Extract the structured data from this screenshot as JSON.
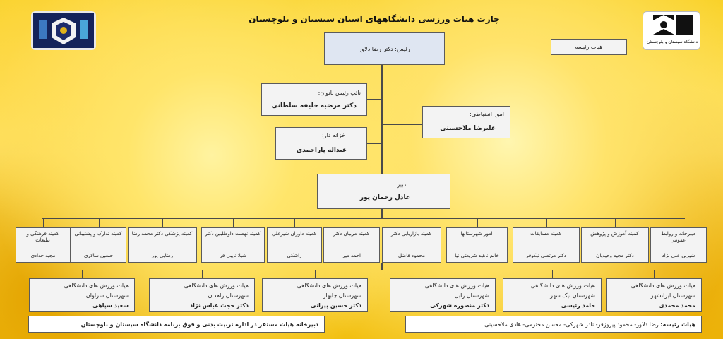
{
  "title": "چارت هیات ورزشی دانشگاههای استان سیستان و بلوچستان",
  "logo_right": "دانشگاه سیستان و بلوچستان",
  "head": {
    "role": "رئیس:",
    "name": "دکتر رضا دلاور"
  },
  "board": "هیات رئیسه",
  "vice": {
    "role": "نائب رئیس بانوان:",
    "name": "دکتر مرضیه خلیفه سلطانی"
  },
  "discipline": {
    "role": "امور انضباطی:",
    "name": "علیرضا ملاحسینی"
  },
  "treasurer": {
    "role": "خزانه دار:",
    "name": "عبداله پاراحمدی"
  },
  "secretary": {
    "role": "دبیر:",
    "name": "عادل رحمان پور"
  },
  "committees": [
    {
      "title": "دبیرخانه و روابط عمومی",
      "name": "شیرین علی نژاد"
    },
    {
      "title": "کمیته آموزش و پژوهش",
      "name": "دکتر مجید وحیدیان"
    },
    {
      "title": "کمیته مسابقات",
      "name": "دکتر مرتضی نیکوفر"
    },
    {
      "title": "امور شهرستانها",
      "name": "خانم ناهید شریعتی نیا"
    },
    {
      "title": "کمیته بازاریابی دکتر",
      "name": "محمود فاضل"
    },
    {
      "title": "کمیته مربیان دکتر",
      "name": "احمد میر"
    },
    {
      "title": "کمیته داوران شیرعلی",
      "name": "راشکی"
    },
    {
      "title": "کمیته نهضت داوطلبین دکتر",
      "name": "شیلا نایبی فر"
    },
    {
      "title": "کمیته پزشکی دکتر محمد رضا",
      "name": "رضایی پور"
    },
    {
      "title": "کمیته تدارک و پشتیبانی",
      "name": "حسین سالاری"
    },
    {
      "title": "کمیته فرهنگی و تبلیغات",
      "name": "مجید حدادی"
    }
  ],
  "cities": [
    {
      "line1": "هیات ورزش های دانشگاهی",
      "line2": "شهرستان ایرانشهر",
      "name": "محمد محمدی"
    },
    {
      "line1": "هیات ورزش های دانشگاهی",
      "line2": "شهرستان نیک شهر",
      "name": "حامد رئیسی"
    },
    {
      "line1": "هیات ورزش های دانشگاهی",
      "line2": "شهرستان زابل",
      "name": "دکتر منصوره شهرکی"
    },
    {
      "line1": "هیات ورزش های دانشگاهی",
      "line2": "شهرستان چابهار",
      "name": "دکتر حسین پیرانی"
    },
    {
      "line1": "هیات ورزش های دانشگاهی",
      "line2": "شهرستان زاهدان",
      "name": "دکتر حجت عباس نژاد"
    },
    {
      "line1": "هیات ورزش های دانشگاهی",
      "line2": "شهرستان سراوان",
      "name": "سعید سپاهی"
    }
  ],
  "footer_right": {
    "label": "هیات رئیسه:",
    "text": "رضا دلاور- محمود پیروزفر- نادر شهرکی- محسن محترمی- هادی ملاحسینی"
  },
  "footer_left": {
    "text": "دبیرخانه هیات مستقر در اداره تربیت بدنی و فوق برنامه دانشگاه سیستان و بلوچستان"
  }
}
